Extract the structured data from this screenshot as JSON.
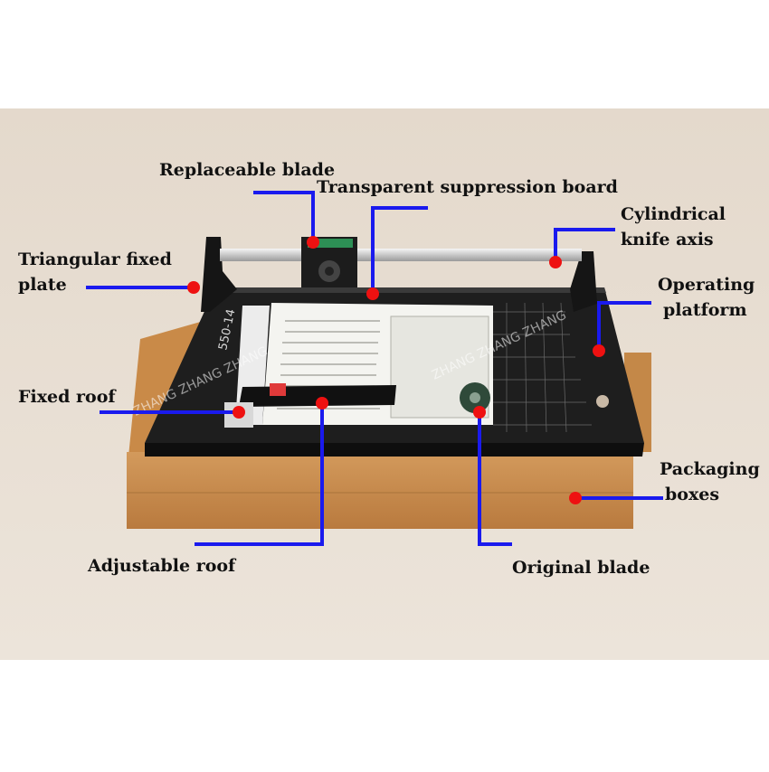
{
  "labels": {
    "replaceable_blade": "Replaceable blade",
    "transparent_board": "Transparent suppression board",
    "cylindrical_axis": [
      "Cylindrical",
      "knife axis"
    ],
    "triangular_plate": [
      "Triangular fixed",
      "plate"
    ],
    "operating_platform": [
      "Operating",
      "platform"
    ],
    "fixed_roof": "Fixed roof",
    "packaging_boxes": [
      "Packaging",
      "boxes"
    ],
    "adjustable_roof": "Adjustable roof",
    "original_blade": "Original blade"
  },
  "product": {
    "model_text": "550-14",
    "watermark": "ZHANG ZHANG ZHANG"
  },
  "colors": {
    "background": "#ffffff",
    "photo_backdrop": "#e8ddd0",
    "leader_line": "#1a1aee",
    "marker_dot": "#ee1111",
    "platform": "#1b1b1b",
    "box": "#c9894a"
  }
}
